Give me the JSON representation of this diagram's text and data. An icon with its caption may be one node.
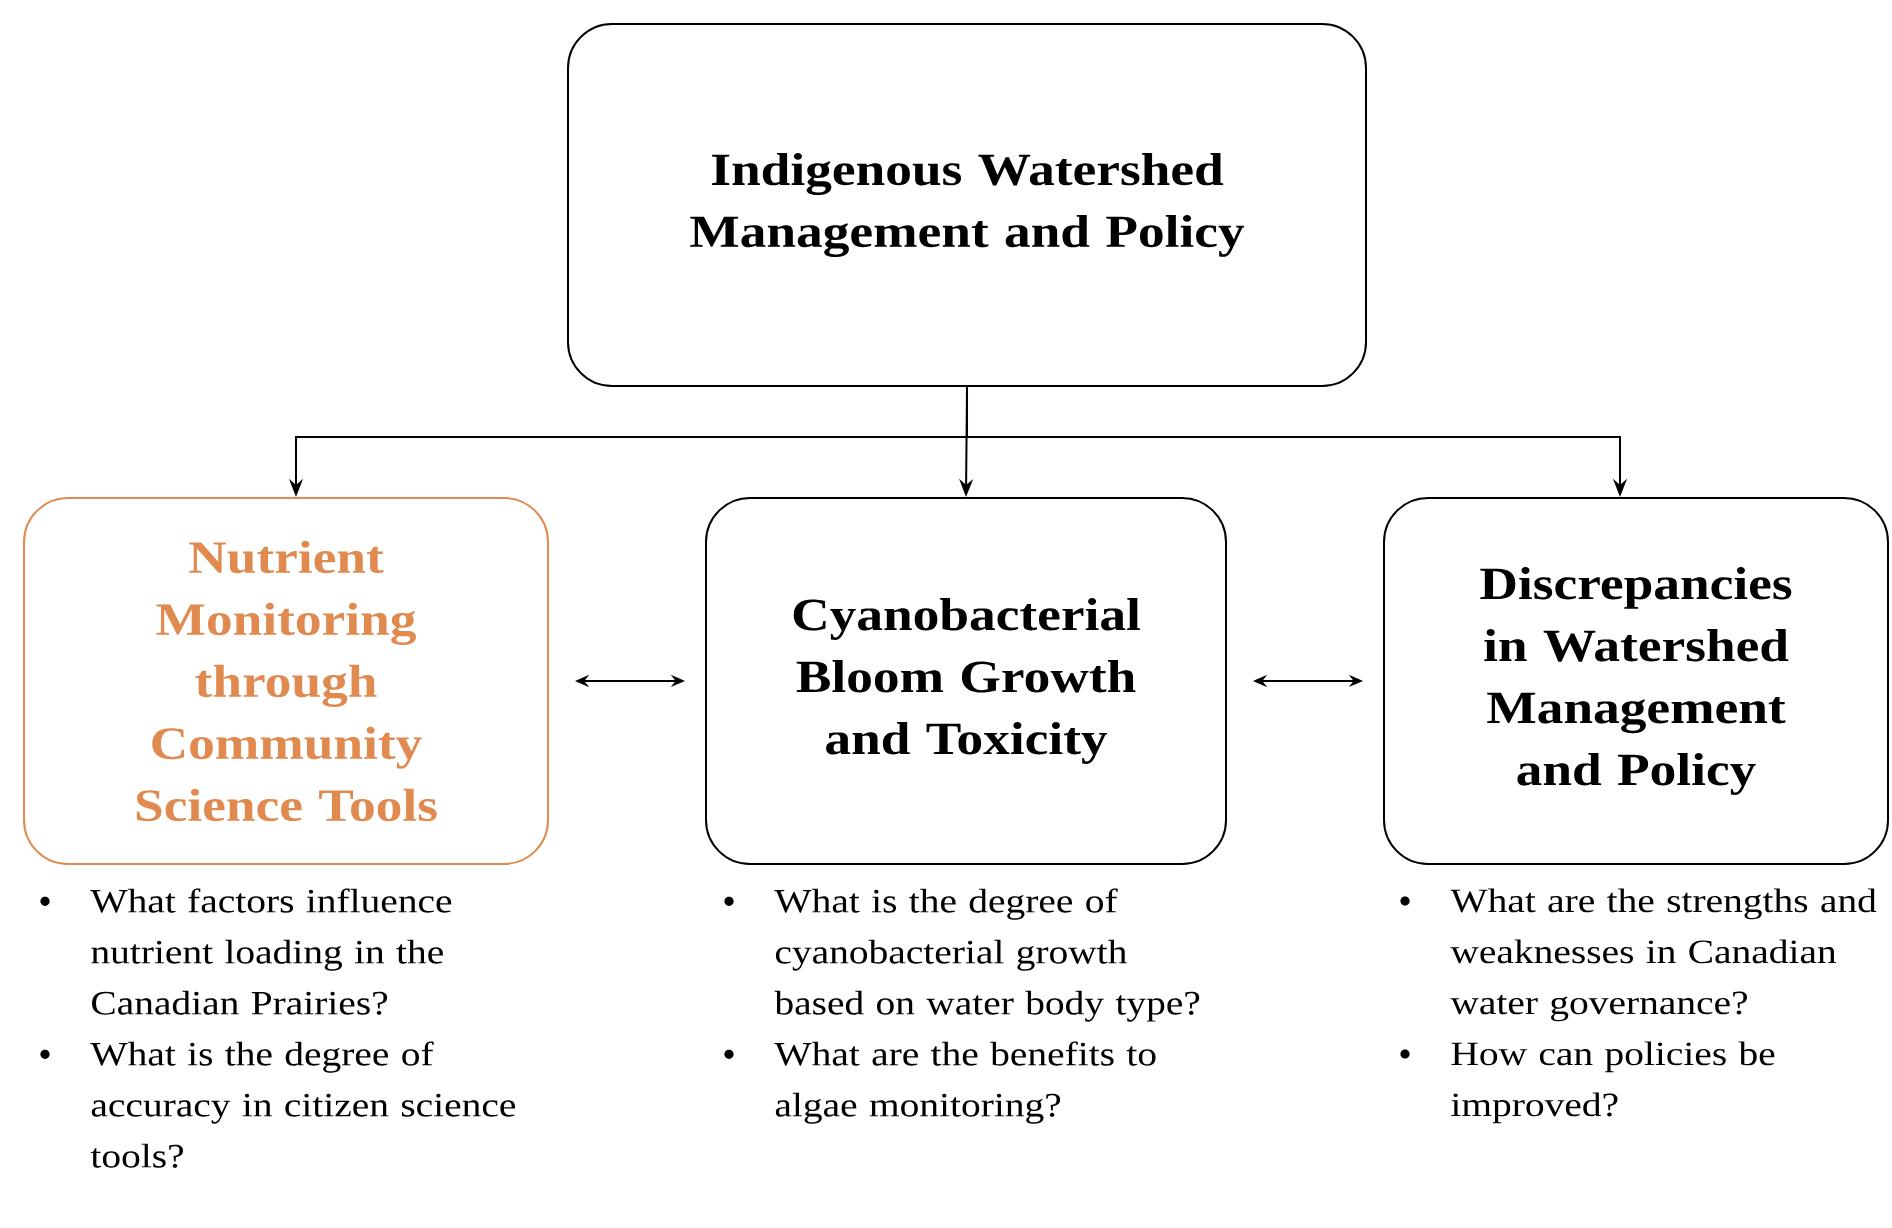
{
  "diagram": {
    "nodes": [
      {
        "text": [
          "Indigenous Watershed Management and Policy"
        ]
      },
      {
        "text": [
          "Nutrient Monitoring through Community Science Tools"
        ],
        "beside": [
          "What factors influence nutrient loading in the Canadian Prairies?",
          "What is the degree of accuracy in citizen science tools?"
        ]
      },
      {
        "text": [
          "Cyanobacterial Bloom Growth and Toxicity"
        ],
        "beside": [
          "What is the degree of cyanobacterial growth based on water body type?",
          "What are the benefits to algae monitoring?"
        ]
      },
      {
        "text": [
          "Discrepancies in Watershed Management and Policy"
        ],
        "beside": [
          "What are the strengths and weaknesses in Canadian water governance?",
          "How can policies be improved?"
        ]
      }
    ],
    "edges": [
      {
        "from": 0,
        "to": 1,
        "arrow": "to"
      },
      {
        "from": 0,
        "to": 2,
        "arrow": "to"
      },
      {
        "from": 0,
        "to": 3,
        "arrow": "to"
      },
      {
        "from": 1,
        "to": 2,
        "arrow": "both"
      },
      {
        "from": 2,
        "to": 3,
        "arrow": "both"
      }
    ]
  }
}
